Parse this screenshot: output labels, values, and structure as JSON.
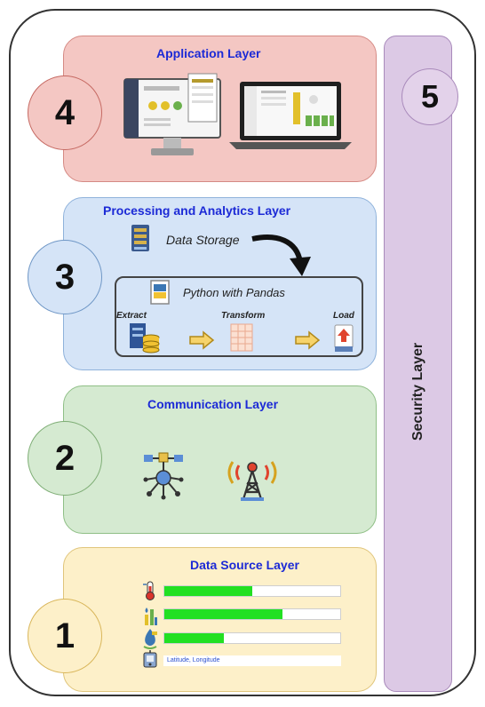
{
  "layers": {
    "application": {
      "title": "Application Layer",
      "number": "4"
    },
    "processing": {
      "title": "Processing and Analytics Layer",
      "number": "3",
      "storage_label": "Data Storage",
      "pipeline_label": "Python with Pandas",
      "steps": {
        "extract": "Extract",
        "transform": "Transform",
        "load": "Load"
      }
    },
    "communication": {
      "title": "Communication Layer",
      "number": "2"
    },
    "data_source": {
      "title": "Data Source Layer",
      "number": "1",
      "sensor_bars": [
        {
          "icon": "thermometer-icon",
          "level": 0.5
        },
        {
          "icon": "humidity-sensor-icon",
          "level": 0.67
        },
        {
          "icon": "water-sensor-icon",
          "level": 0.34
        }
      ],
      "gps_label": "Latitude, Longitude"
    },
    "security": {
      "title": "Security Layer",
      "number": "5"
    }
  },
  "colors": {
    "application": "#f4c7c3",
    "processing": "#d5e4f7",
    "communication": "#d5ead1",
    "data_source": "#fdf0c9",
    "security": "#dcc9e5",
    "title_text": "#1c2ad6",
    "bar_fill": "#22e022"
  }
}
